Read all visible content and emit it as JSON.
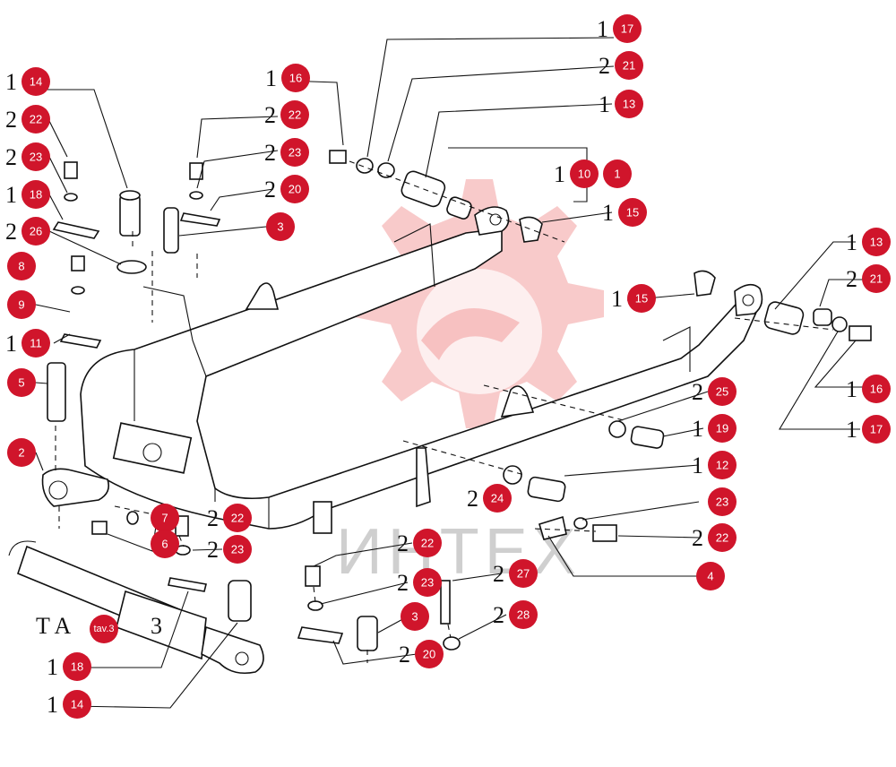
{
  "watermark_text": "ИНТЕХ",
  "table_caption": "T A",
  "table_caption_suffix": "3",
  "callouts": [
    {
      "id": "c17a",
      "prefix": "1",
      "number": "17"
    },
    {
      "id": "c21a",
      "prefix": "2",
      "number": "21"
    },
    {
      "id": "c13a",
      "prefix": "1",
      "number": "13"
    },
    {
      "id": "c16a",
      "prefix": "1",
      "number": "16"
    },
    {
      "id": "c22a",
      "prefix": "2",
      "number": "22"
    },
    {
      "id": "c23a",
      "prefix": "2",
      "number": "23"
    },
    {
      "id": "c20a",
      "prefix": "2",
      "number": "20"
    },
    {
      "id": "c3a",
      "prefix": "",
      "number": "3"
    },
    {
      "id": "c10",
      "prefix": "1",
      "number": "10"
    },
    {
      "id": "c1",
      "prefix": "",
      "number": "1"
    },
    {
      "id": "c15a",
      "prefix": "1",
      "number": "15"
    },
    {
      "id": "c14a",
      "prefix": "1",
      "number": "14"
    },
    {
      "id": "c22b",
      "prefix": "2",
      "number": "22"
    },
    {
      "id": "c23b",
      "prefix": "2",
      "number": "23"
    },
    {
      "id": "c18a",
      "prefix": "1",
      "number": "18"
    },
    {
      "id": "c26",
      "prefix": "2",
      "number": "26"
    },
    {
      "id": "c8",
      "prefix": "",
      "number": "8"
    },
    {
      "id": "c9",
      "prefix": "",
      "number": "9"
    },
    {
      "id": "c11",
      "prefix": "1",
      "number": "11"
    },
    {
      "id": "c5",
      "prefix": "",
      "number": "5"
    },
    {
      "id": "c2",
      "prefix": "",
      "number": "2"
    },
    {
      "id": "c13b",
      "prefix": "1",
      "number": "13"
    },
    {
      "id": "c21b",
      "prefix": "2",
      "number": "21"
    },
    {
      "id": "c15b",
      "prefix": "1",
      "number": "15"
    },
    {
      "id": "c16b",
      "prefix": "1",
      "number": "16"
    },
    {
      "id": "c17b",
      "prefix": "1",
      "number": "17"
    },
    {
      "id": "c25",
      "prefix": "2",
      "number": "25"
    },
    {
      "id": "c19",
      "prefix": "1",
      "number": "19"
    },
    {
      "id": "c12",
      "prefix": "1",
      "number": "12"
    },
    {
      "id": "c24",
      "prefix": "2",
      "number": "24"
    },
    {
      "id": "c23c",
      "prefix": "",
      "number": "23"
    },
    {
      "id": "c22c",
      "prefix": "2",
      "number": "22"
    },
    {
      "id": "c4",
      "prefix": "",
      "number": "4"
    },
    {
      "id": "c7",
      "prefix": "",
      "number": "7"
    },
    {
      "id": "c22d",
      "prefix": "2",
      "number": "22"
    },
    {
      "id": "c6",
      "prefix": "",
      "number": "6"
    },
    {
      "id": "c23d",
      "prefix": "2",
      "number": "23"
    },
    {
      "id": "c22e",
      "prefix": "2",
      "number": "22"
    },
    {
      "id": "c23e",
      "prefix": "2",
      "number": "23"
    },
    {
      "id": "c27",
      "prefix": "2",
      "number": "27"
    },
    {
      "id": "c3b",
      "prefix": "",
      "number": "3"
    },
    {
      "id": "c28",
      "prefix": "2",
      "number": "28"
    },
    {
      "id": "c20b",
      "prefix": "2",
      "number": "20"
    },
    {
      "id": "ctav",
      "prefix": "",
      "number": "tav.3"
    },
    {
      "id": "c18b",
      "prefix": "1",
      "number": "18"
    },
    {
      "id": "c14b",
      "prefix": "1",
      "number": "14"
    }
  ]
}
